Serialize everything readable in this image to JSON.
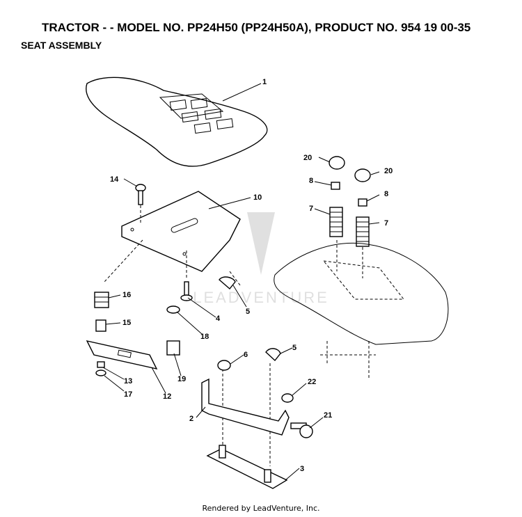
{
  "title": "TRACTOR - - MODEL NO. PP24H50 (PP24H50A), PRODUCT NO. 954 19 00-35",
  "subtitle": "SEAT ASSEMBLY",
  "footer": "Rendered by LeadVenture, Inc.",
  "watermark": "LEADVENTURE",
  "callouts": {
    "c1": "1",
    "c20a": "20",
    "c20b": "20",
    "c14": "14",
    "c10": "10",
    "c8a": "8",
    "c8b": "8",
    "c7a": "7",
    "c7b": "7",
    "c16": "16",
    "c15": "15",
    "c5a": "5",
    "c4": "4",
    "c18": "18",
    "c6": "6",
    "c5b": "5",
    "c13": "13",
    "c17": "17",
    "c12": "12",
    "c19": "19",
    "c22": "22",
    "c2": "2",
    "c21": "21",
    "c3": "3"
  }
}
